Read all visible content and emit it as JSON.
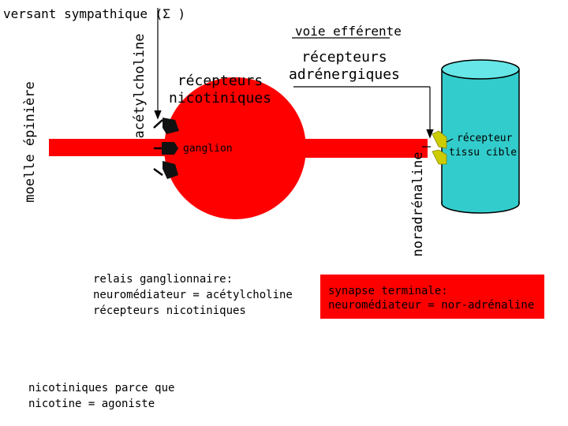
{
  "title": "versant sympathique (Σ )",
  "labels": {
    "spinal_cord": "moelle épinière",
    "acetylcholine": "acétylcholine",
    "efferent_path": "voie efférente",
    "nicotinic_receptors": [
      "récepteurs",
      "nicotiniques"
    ],
    "adrenergic_receptors": [
      "récepteurs",
      "adrénergiques"
    ],
    "ganglion": "ganglion",
    "noradrenaline": "noradrénaline",
    "target_receptor": [
      "récepteur",
      "tissu cible"
    ]
  },
  "notes": {
    "relay": [
      "relais ganglionnaire:",
      "neuromédiateur = acétylcholine",
      "récepteurs nicotiniques"
    ],
    "synapse": [
      "synapse terminale:",
      "neuromédiateur = nor-adrénaline"
    ],
    "nicotinic": [
      "nicotiniques parce que",
      "nicotine = agoniste"
    ]
  },
  "colors": {
    "neuron": "#ff0000",
    "target_tissue": "#33cccc",
    "target_tissue_top": "#66e6e6",
    "receptor_nicotinic": "#111111",
    "receptor_target": "#cccc00",
    "synapse_box": "#ff0000"
  }
}
